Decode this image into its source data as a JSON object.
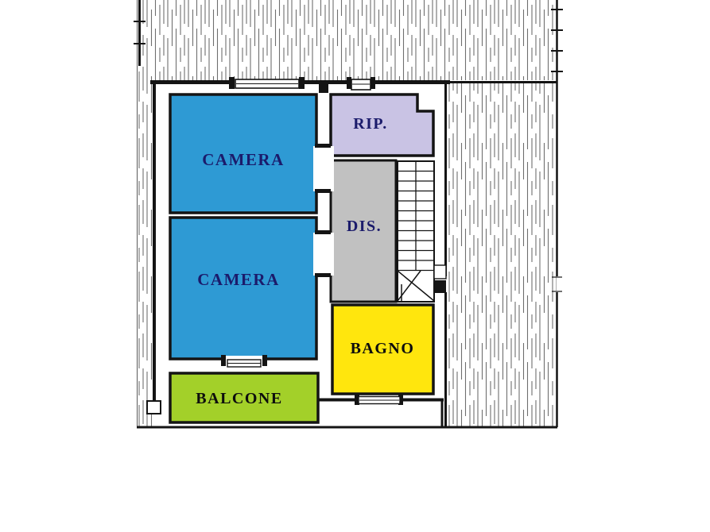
{
  "rooms": {
    "camera_top": {
      "label": "CAMERA"
    },
    "camera_bottom": {
      "label": "CAMERA"
    },
    "rip": {
      "label": "RIP."
    },
    "dis": {
      "label": "DIS."
    },
    "bagno": {
      "label": "BAGNO"
    },
    "balcone": {
      "label": "BALCONE"
    }
  },
  "colors": {
    "camera": "#2E9AD4",
    "rip": "#C9C3E4",
    "dis": "#C1C1C1",
    "bagno": "#FFE60D",
    "balcone": "#A3D029",
    "wall": "#141414",
    "label_navy": "#1B1B6B",
    "label_dark": "#0D0D0D"
  }
}
